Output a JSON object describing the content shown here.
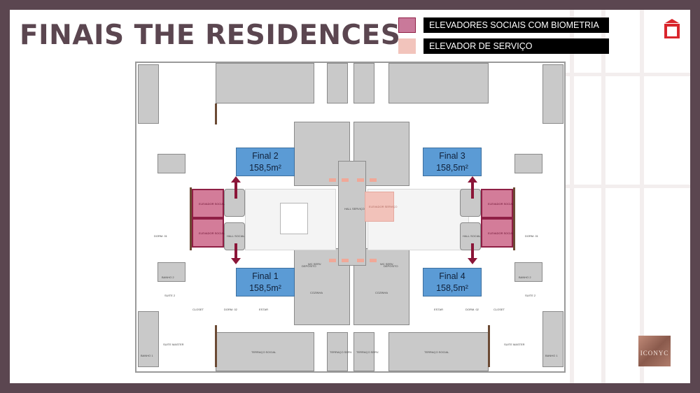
{
  "title": "FINAIS THE RESIDENCES",
  "legend": [
    {
      "label": "ELEVADORES SOCIAIS COM BIOMETRIA",
      "color": "#c9799a"
    },
    {
      "label": "ELEVADOR DE SERVIÇO",
      "color": "#f2c4bc"
    }
  ],
  "units": [
    {
      "name": "Final 2",
      "area": "158,5m²"
    },
    {
      "name": "Final 3",
      "area": "158,5m²"
    },
    {
      "name": "Final 1",
      "area": "158,5m²"
    },
    {
      "name": "Final 4",
      "area": "158,5m²"
    }
  ],
  "rooms": {
    "elevador_social": "ELEVADOR SOCIAL",
    "elevador_servico": "ELEVADOR SERVIÇO",
    "hall_social": "HALL SOCIAL",
    "hall_servico": "HALL SERVIÇO",
    "dorm01": "DORM. 01",
    "dorm02": "DORM. 02",
    "suite2": "SUITE 2",
    "suite_master": "SUITE MASTER",
    "closet": "CLOSET",
    "estar": "ESTAR",
    "cozinha": "COZINHA",
    "deposito": "DEPÓSITO",
    "terraco_social": "TERRAÇO SOCIAL",
    "terraco_serv": "TERRAÇO SERV.",
    "banho1": "BANHO 1",
    "banho2": "BANHO 2",
    "wc_serv": "WC SERV."
  },
  "brand": "ICONYC",
  "colors": {
    "frame": "#5b4650",
    "final_box": "#5b9bd5",
    "arrow": "#8b1538",
    "service_arrow": "#f0a898"
  }
}
